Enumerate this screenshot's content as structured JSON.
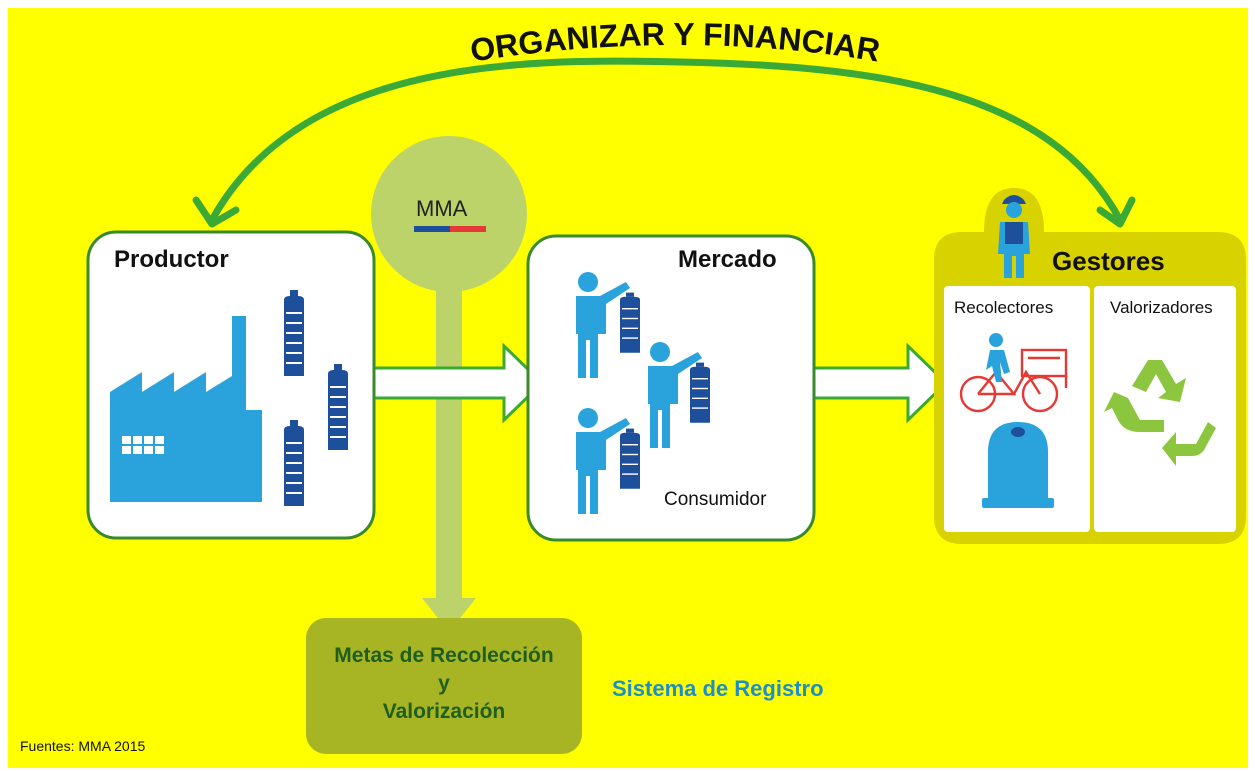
{
  "top_arc": {
    "label": "ORGANIZAR Y FINANCIAR"
  },
  "mma": {
    "label": "MMA"
  },
  "productor": {
    "title": "Productor"
  },
  "mercado": {
    "title": "Mercado",
    "consumer_label": "Consumidor"
  },
  "gestores": {
    "title": "Gestores",
    "col1": "Recolectores",
    "col2": "Valorizadores"
  },
  "metas": {
    "line1": "Metas de Recolección",
    "line2": "y",
    "line3": "Valorización"
  },
  "registro": {
    "label": "Sistema de Registro"
  },
  "source": {
    "label": "Fuentes:  MMA 2015"
  },
  "colors": {
    "background": "#ffff00",
    "green_arrow": "#3aa935",
    "box_border": "#3a8a2a",
    "icon_blue": "#2aa3dc",
    "bottle_blue": "#1e4f9a",
    "recycle_green": "#8cc63f",
    "mma_circle": "#bcd36a",
    "metas_box": "#a7b524",
    "gestores_panel": "#d8d200",
    "bike_red": "#e53935"
  },
  "icons": [
    "factory-icon",
    "bottle-icon",
    "person-icon",
    "worker-icon",
    "bicycle-cart-icon",
    "recycling-bin-icon",
    "recycle-icon"
  ]
}
